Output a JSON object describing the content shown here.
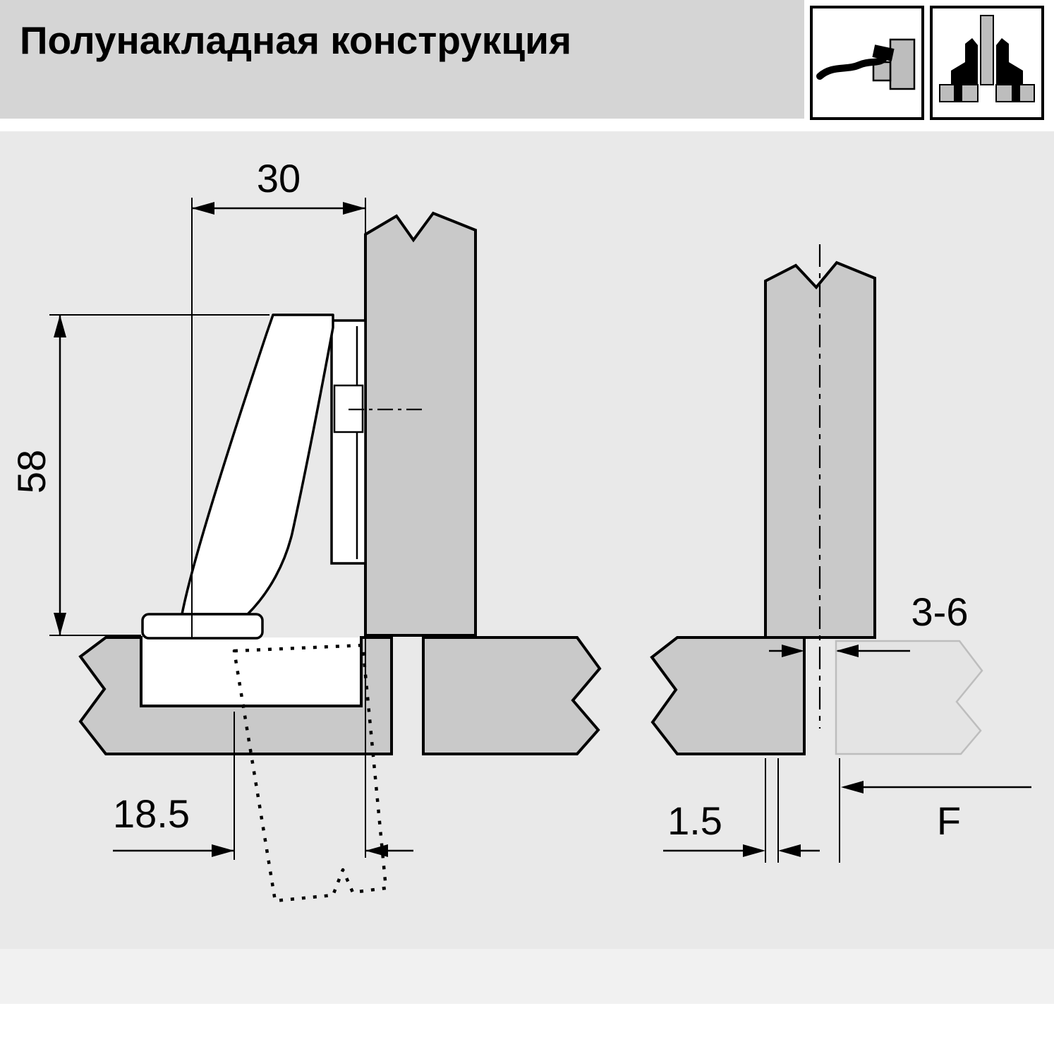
{
  "header": {
    "title": "Полунакладная конструкция",
    "icons": [
      {
        "name": "half-overlay-hinge-icon"
      },
      {
        "name": "twin-hinge-application-icon"
      }
    ]
  },
  "diagram": {
    "left_view": {
      "dim_cup_distance": "30",
      "dim_arm_height": "58",
      "dim_cup_edge_distance": "18.5"
    },
    "right_view": {
      "dim_door_gap": "3-6",
      "dim_reveal": "1.5",
      "dim_overlay": "F"
    }
  },
  "colors": {
    "header_bg": "#d5d5d5",
    "canvas_bg": "#e9e9e9",
    "footer_bg": "#f1f1f1",
    "panel_fill": "#c9c9c9",
    "line": "#000000",
    "ghost_stroke": "#bdbdbd",
    "ghost_fill": "#e4e4e4"
  }
}
